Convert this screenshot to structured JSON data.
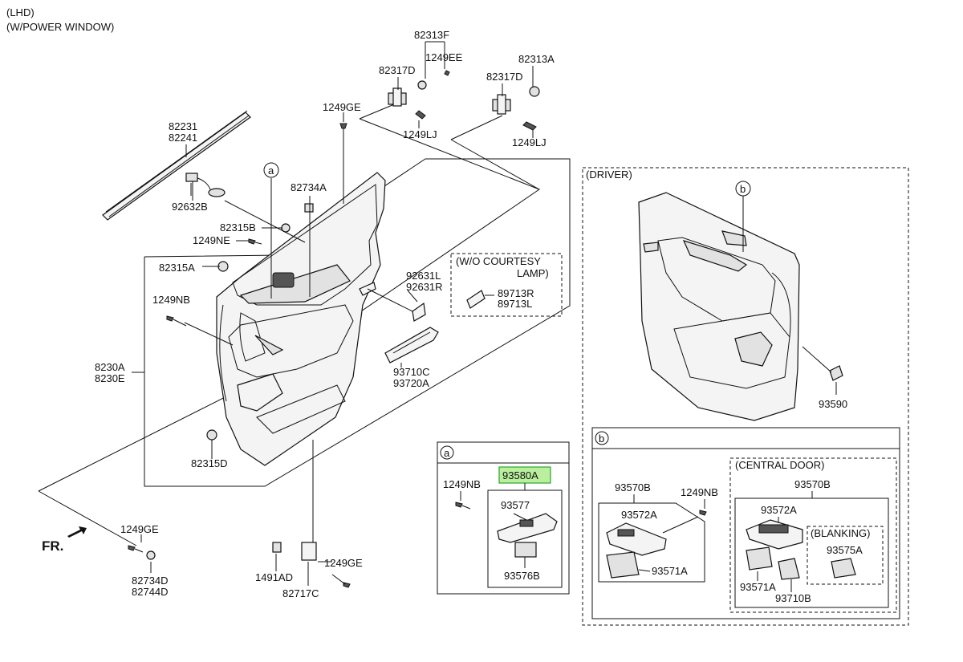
{
  "header": {
    "line1": "(LHD)",
    "line2": "(W/POWER WINDOW)"
  },
  "orientation": {
    "label": "FR."
  },
  "labels": {
    "p82313F": "82313F",
    "p1249EE": "1249EE",
    "p82317D_a": "82317D",
    "p1249LJ_a": "1249LJ",
    "p82313A": "82313A",
    "p82317D_b": "82317D",
    "p1249LJ_b": "1249LJ",
    "p1249GE_top": "1249GE",
    "p82231": "82231",
    "p82241": "82241",
    "p92632B": "92632B",
    "p82734A": "82734A",
    "p82315B": "82315B",
    "p1249NE": "1249NE",
    "p82315A": "82315A",
    "p1249NB_left": "1249NB",
    "p8230A": "8230A",
    "p8230E": "8230E",
    "p82315D": "82315D",
    "p92631L": "92631L",
    "p92631R": "92631R",
    "p93710C": "93710C",
    "p93720A": "93720A",
    "p1249GE_bl": "1249GE",
    "p82734D": "82734D",
    "p82744D": "82744D",
    "p1491AD": "1491AD",
    "p82717C": "82717C",
    "p1249GE_bot": "1249GE",
    "p89713R": "89713R",
    "p89713L": "89713L",
    "p93590": "93590",
    "p1249NB_a": "1249NB",
    "p93580A": "93580A",
    "p93577": "93577",
    "p93576B": "93576B",
    "p93570B_left": "93570B",
    "p1249NB_b": "1249NB",
    "p93572A_left": "93572A",
    "p93571A_left": "93571A",
    "p93570B_right": "93570B",
    "p93572A_right": "93572A",
    "p93575A": "93575A",
    "p93571A_right": "93571A",
    "p93710B": "93710B"
  },
  "callouts": {
    "wo_courtesy_line1": "(W/O COURTESY",
    "wo_courtesy_line2": "LAMP)",
    "driver": "(DRIVER)",
    "central_door": "(CENTRAL DOOR)",
    "blanking": "(BLANKING)"
  },
  "markers": {
    "a_callout": "a",
    "b_callout": "b",
    "a_box": "a",
    "b_box": "b"
  },
  "colors": {
    "highlight_fill": "#b9ef9d",
    "highlight_border": "#2fa52f"
  }
}
